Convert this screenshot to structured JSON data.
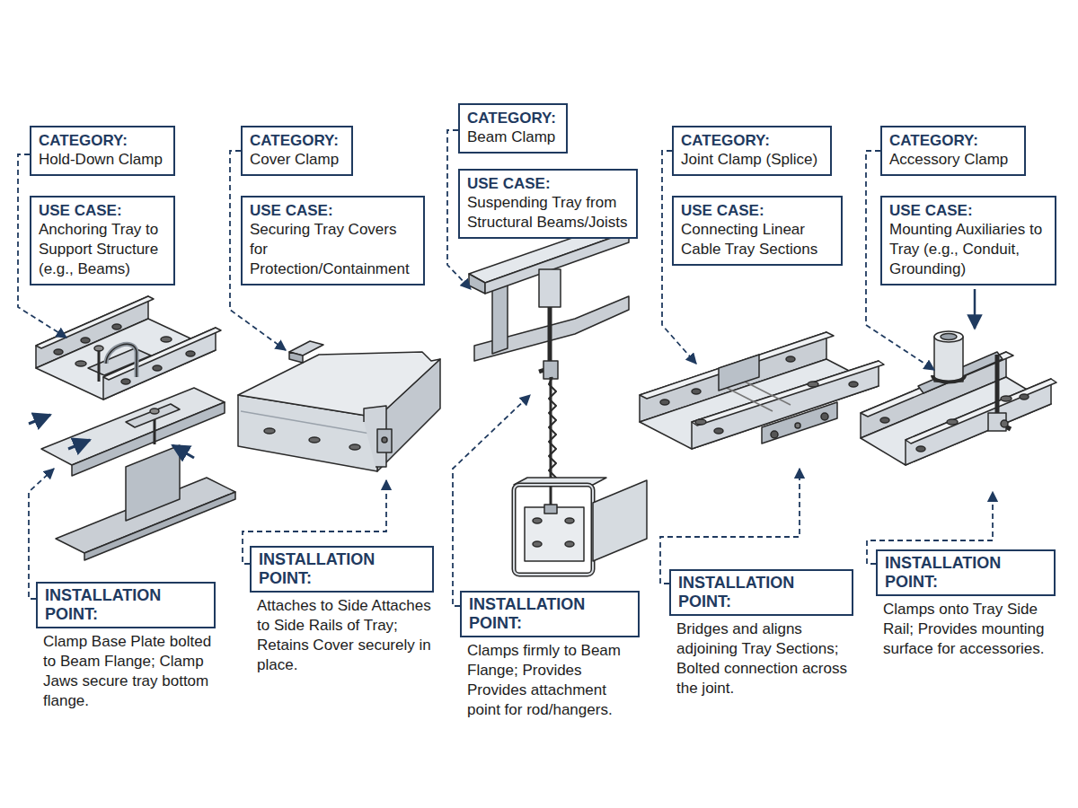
{
  "diagram": {
    "nodes": [
      {
        "text": [
          "CATEGORY:",
          "Hold-Down Clamp"
        ]
      },
      {
        "text": [
          "USE CASE:",
          "Anchoring Tray to Support Structure (e.g., Beams)"
        ]
      },
      {
        "text": [
          "INSTALLATION POINT:",
          "Clamp Base Plate bolted to Beam Flange; Clamp Jaws secure tray bottom flange."
        ]
      },
      {
        "text": [
          "CATEGORY:",
          "Cover Clamp"
        ]
      },
      {
        "text": [
          "USE CASE:",
          "Securing Tray Covers for Protection/Containment"
        ]
      },
      {
        "text": [
          "INSTALLATION POINT:",
          "Attaches to Side Attaches to Side Rails of Tray; Retains Cover securely in place."
        ]
      },
      {
        "text": [
          "CATEGORY:",
          "Beam Clamp"
        ]
      },
      {
        "text": [
          "USE CASE:",
          "Suspending Tray from Structural Beams/Joists"
        ]
      },
      {
        "text": [
          "INSTALLATION POINT:",
          "Clamps firmly to Beam Flange; Provides Provides attachment point for rod/hangers."
        ]
      },
      {
        "text": [
          "CATEGORY:",
          "Joint Clamp (Splice)"
        ]
      },
      {
        "text": [
          "USE CASE:",
          "Connecting Linear Cable Tray Sections"
        ]
      },
      {
        "text": [
          "INSTALLATION POINT:",
          "Bridges and aligns adjoining Tray Sections; Bolted connection across the joint."
        ]
      },
      {
        "text": [
          "CATEGORY:",
          "Accessory Clamp"
        ]
      },
      {
        "text": [
          "USE CASE:",
          "Mounting Auxiliaries to Tray (e.g., Conduit, Grounding)"
        ]
      },
      {
        "text": [
          "INSTALLATION POINT:",
          "Clamps onto Tray Side Rail; Provides mounting surface for accessories."
        ]
      }
    ]
  }
}
